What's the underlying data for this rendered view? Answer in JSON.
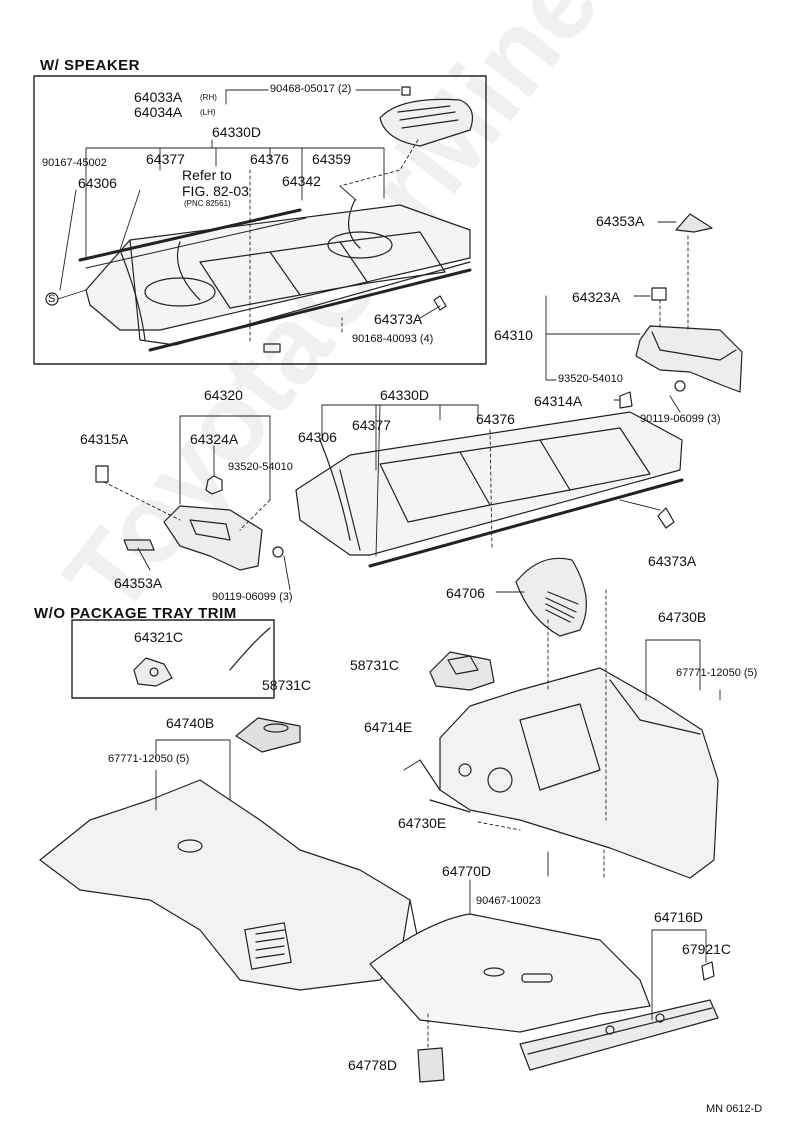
{
  "sections": {
    "with_speaker": "W/ SPEAKER",
    "without_tray_trim": "W/O PACKAGE TRAY TRIM"
  },
  "reference": {
    "line1": "Refer to",
    "line2": "FIG. 82-03",
    "line3": "(PNC 82561)"
  },
  "parts": {
    "p64033A": "64033A",
    "rh": "(RH)",
    "p64034A": "64034A",
    "lh": "(LH)",
    "p90468": "90468-05017 (2)",
    "p64330D_top": "64330D",
    "p90167": "90167-45002",
    "p64377_top": "64377",
    "p64376_top": "64376",
    "p64359": "64359",
    "p64306_top": "64306",
    "p64342": "64342",
    "p64373A_top": "64373A",
    "p90168": "90168-40093 (4)",
    "p64353A_right": "64353A",
    "p64323A": "64323A",
    "p64310": "64310",
    "p93520_right": "93520-54010",
    "p64314A": "64314A",
    "p90119_right": "90119-06099 (3)",
    "p64320": "64320",
    "p64315A": "64315A",
    "p64324A": "64324A",
    "p93520_left": "93520-54010",
    "p64353A_left": "64353A",
    "p90119_left": "90119-06099 (3)",
    "p64330D_mid": "64330D",
    "p64306_mid": "64306",
    "p64377_mid": "64377",
    "p64376_mid": "64376",
    "p64373A_mid": "64373A",
    "p64706": "64706",
    "p64321C": "64321C",
    "p64730B": "64730B",
    "p67771_right": "67771-12050 (5)",
    "p58731C_a": "58731C",
    "p58731C_b": "58731C",
    "p64740B": "64740B",
    "p64714E": "64714E",
    "p67771_left": "67771-12050 (5)",
    "p64730E": "64730E",
    "p64770D": "64770D",
    "p90467": "90467-10023",
    "p64716D": "64716D",
    "p67921C": "67921C",
    "p64778D": "64778D"
  },
  "figure_code": "MN 0612-D",
  "watermark": "ToyotaCarMine.ru",
  "circled_s": "S"
}
